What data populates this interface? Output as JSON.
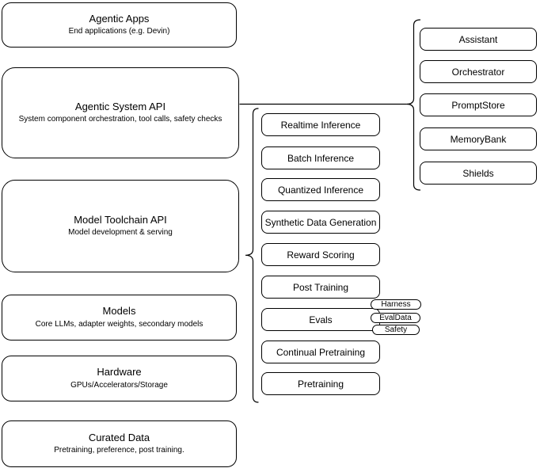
{
  "diagram": {
    "layers": [
      {
        "title": "Agentic Apps",
        "subtitle": "End applications (e.g. Devin)"
      },
      {
        "title": "Agentic System API",
        "subtitle": "System component orchestration, tool calls, safety checks"
      },
      {
        "title": "Model Toolchain API",
        "subtitle": "Model development & serving"
      },
      {
        "title": "Models",
        "subtitle": "Core LLMs, adapter weights, secondary models"
      },
      {
        "title": "Hardware",
        "subtitle": "GPUs/Accelerators/Storage"
      },
      {
        "title": "Curated Data",
        "subtitle": "Pretraining, preference, post training."
      }
    ],
    "toolchain_items": [
      "Realtime Inference",
      "Batch Inference",
      "Quantized Inference",
      "Synthetic Data Generation",
      "Reward Scoring",
      "Post Training",
      "Evals",
      "Continual Pretraining",
      "Pretraining"
    ],
    "evals_tags": [
      "Harness",
      "EvalData",
      "Safety"
    ],
    "system_components": [
      "Assistant",
      "Orchestrator",
      "PromptStore",
      "MemoryBank",
      "Shields"
    ],
    "colors": {
      "stroke": "#000000",
      "background": "#ffffff",
      "text": "#000000"
    }
  }
}
